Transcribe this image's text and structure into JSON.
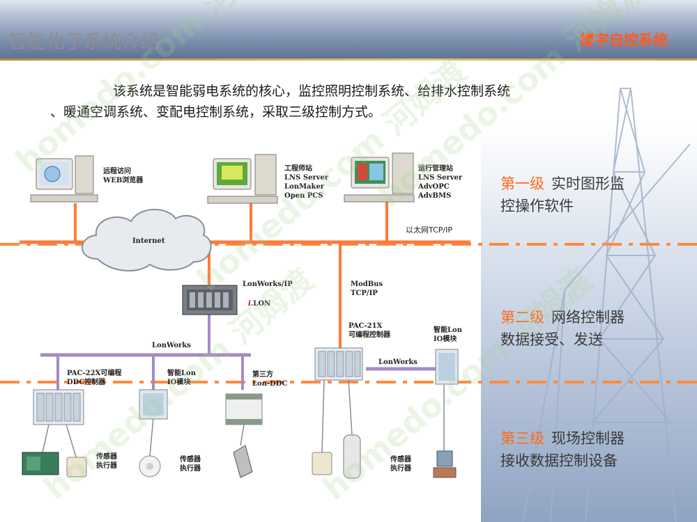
{
  "header": {
    "title": "智能化子系统介绍",
    "section": "楼宇自控系统"
  },
  "intro": {
    "line1": "该系统是智能弱电系统的核心，监控照明控制系统、给排水控制系统",
    "line2": "、暖通空调系统、变配电控制系统，采取三级控制方式。"
  },
  "levels": [
    {
      "num": "第一级",
      "line1": "实时图形监",
      "line2": "控操作软件"
    },
    {
      "num": "第二级",
      "line1": "网络控制器",
      "line2": "数据接受、发送"
    },
    {
      "num": "第三级",
      "line1": "现场控制器",
      "line2": "接收数据控制设备"
    }
  ],
  "workstations": [
    {
      "line1": "远程访问",
      "line2": "WEB浏览器",
      "line3": "",
      "line4": ""
    },
    {
      "line1": "工程师站",
      "line2": "LNS Server",
      "line3": "LonMaker",
      "line4": "Open PCS"
    },
    {
      "line1": "运行管理站",
      "line2": "LNS Server",
      "line3": "AdvOPC",
      "line4": "AdvBMS"
    }
  ],
  "network": {
    "internet": "Internet",
    "ethernet": "以太网TCP/IP",
    "lonworks_ip": "LonWorks/IP",
    "ilon_prefix": "i.",
    "ilon_suffix": "LON",
    "modbus_line1": "ModBus",
    "modbus_line2": "TCP/IP",
    "lonworks_left": "LonWorks",
    "lonworks_right": "LonWorks"
  },
  "devices": {
    "pac21x_line1": "PAC-21X",
    "pac21x_line2": "可编程控制器",
    "lon_io_right_line1": "智能Lon",
    "lon_io_right_line2": "IO模块",
    "pac22x_line1": "PAC-22X可编程",
    "pac22x_line2": "DDC控制器",
    "lon_io_left_line1": "智能Lon",
    "lon_io_left_line2": "IO模块",
    "third_party_line1": "第三方",
    "third_party_line2": "Lon-DDC"
  },
  "sensors": [
    {
      "line1": "传感器",
      "line2": "执行器"
    },
    {
      "line1": "传感器",
      "line2": "执行器"
    },
    {
      "line1": "传感器",
      "line2": "执行器"
    }
  ],
  "watermark": {
    "text": "homedo.com 河姆渡"
  },
  "colors": {
    "ethernet": "#ff7a3a",
    "dashed_levels": "#ff8a3d",
    "lonworks": "#a58ac6",
    "level_num": "#ff6a1a",
    "section_tag": "#ff5a1f"
  }
}
